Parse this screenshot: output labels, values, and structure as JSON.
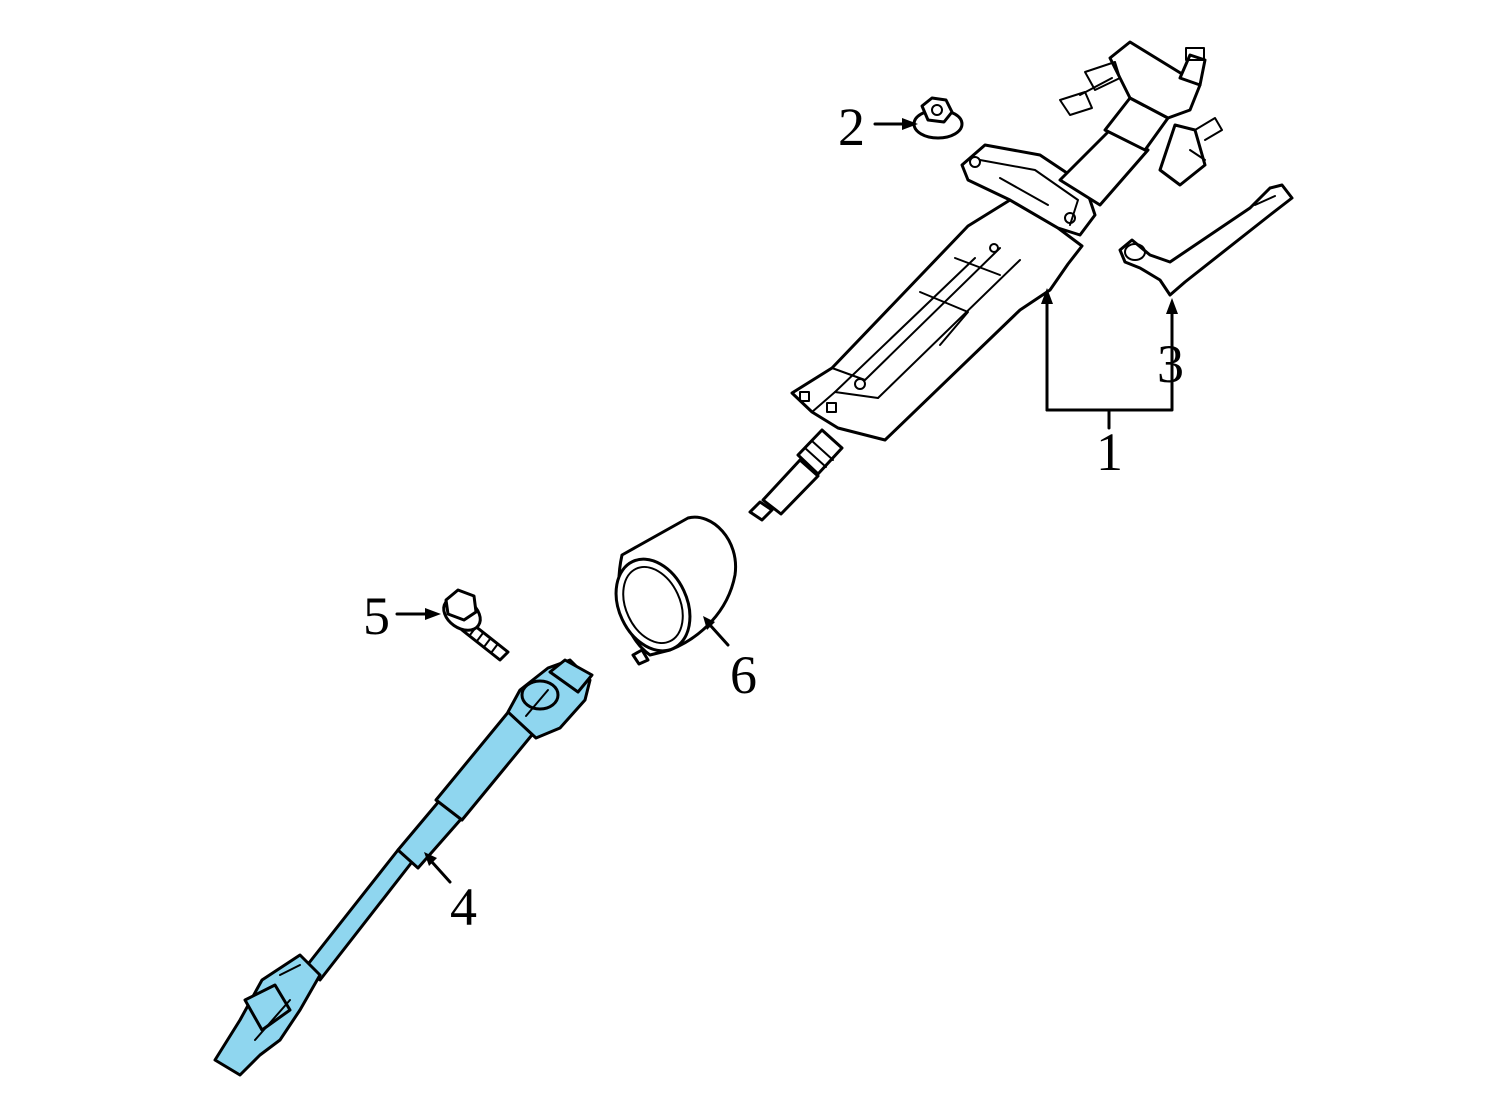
{
  "diagram": {
    "highlight_color": "#8fd6ef",
    "callouts": [
      {
        "id": "1",
        "label": "1"
      },
      {
        "id": "2",
        "label": "2"
      },
      {
        "id": "3",
        "label": "3"
      },
      {
        "id": "4",
        "label": "4"
      },
      {
        "id": "5",
        "label": "5"
      },
      {
        "id": "6",
        "label": "6"
      }
    ],
    "parts": [
      {
        "callout": "1",
        "icon": "steering-column-assembly-icon",
        "highlighted": false
      },
      {
        "callout": "2",
        "icon": "nut-icon",
        "highlighted": false
      },
      {
        "callout": "3",
        "icon": "tilt-lever-icon",
        "highlighted": false
      },
      {
        "callout": "4",
        "icon": "intermediate-shaft-icon",
        "highlighted": true
      },
      {
        "callout": "5",
        "icon": "bolt-icon",
        "highlighted": false
      },
      {
        "callout": "6",
        "icon": "boot-seal-icon",
        "highlighted": false
      }
    ]
  }
}
